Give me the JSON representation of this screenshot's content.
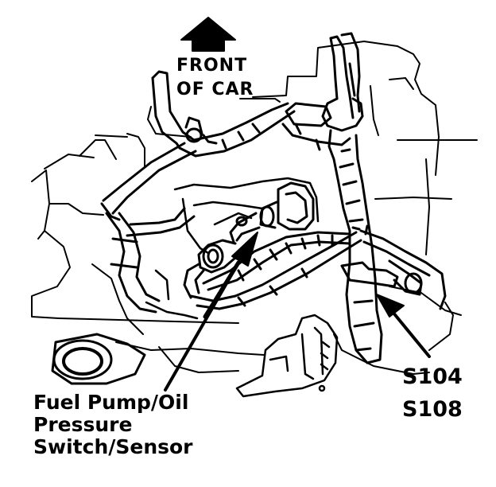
{
  "labels": {
    "front_line1": "FRONT",
    "front_line2": "OF CAR",
    "component_line1": "Fuel Pump/Oil",
    "component_line2": "Pressure",
    "component_line3": "Switch/Sensor",
    "splice1": "S104",
    "splice2": "S108"
  }
}
